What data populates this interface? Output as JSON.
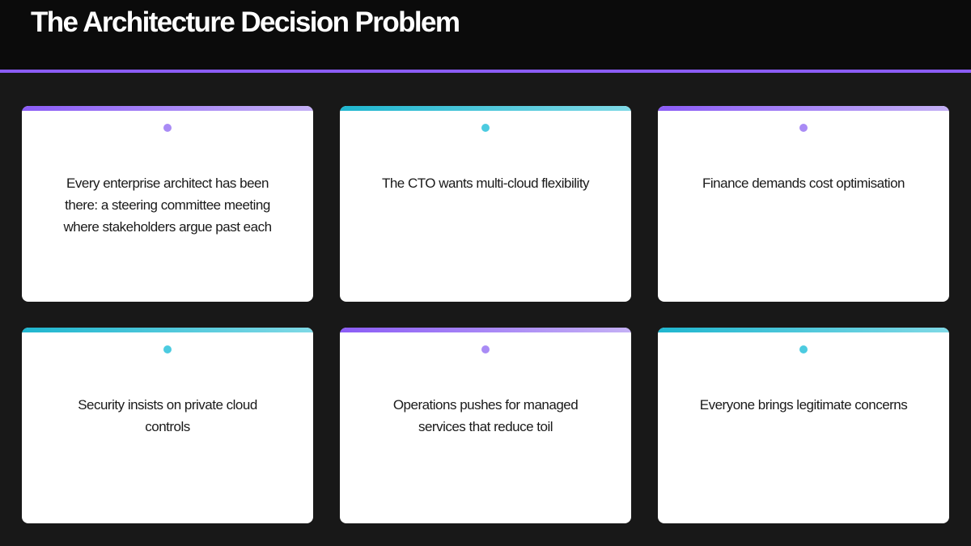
{
  "slide": {
    "title": "The Architecture Decision Problem",
    "accent_color": "#8b5cf6",
    "secondary_accent": "#1fb6cf"
  },
  "cards": [
    {
      "text": "Every enterprise architect has been there: a steering committee meeting where stakeholders argue past each",
      "accent": "purple"
    },
    {
      "text": "The CTO wants multi-cloud flexibility",
      "accent": "cyan"
    },
    {
      "text": "Finance demands cost optimisation",
      "accent": "purple"
    },
    {
      "text": "Security insists on private cloud controls",
      "accent": "cyan"
    },
    {
      "text": "Operations pushes for managed services that reduce toil",
      "accent": "purple"
    },
    {
      "text": "Everyone brings legitimate concerns",
      "accent": "cyan"
    }
  ]
}
